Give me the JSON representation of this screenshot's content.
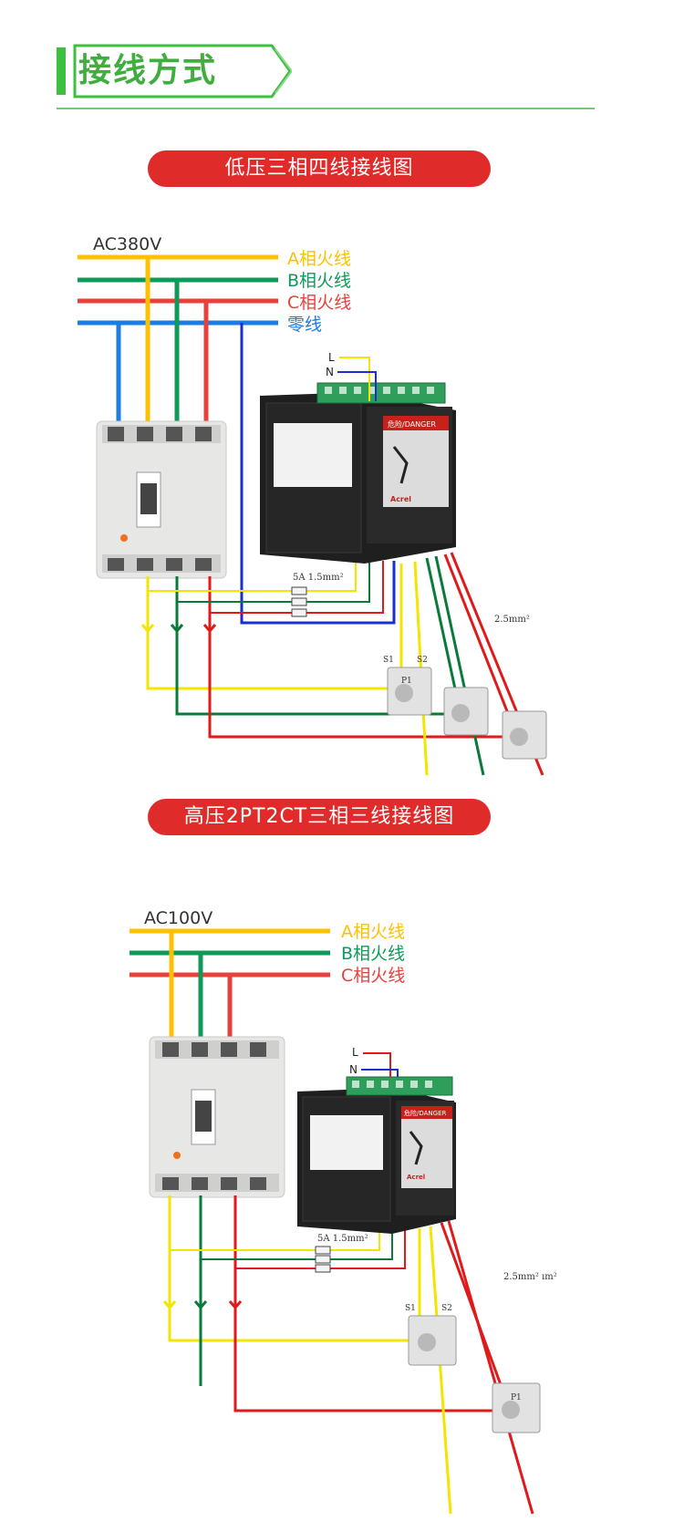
{
  "section": {
    "title": "接线方式"
  },
  "diagram1": {
    "title": "低压三相四线接线图",
    "voltage": "AC380V",
    "lines": [
      "A相火线",
      "B相火线",
      "C相火线",
      "零线"
    ],
    "terminal_L": "L",
    "terminal_N": "N",
    "fuse_label": "5A   1.5mm²",
    "cable_label": "2.5mm²",
    "ct_s1": "S1",
    "ct_s2": "S2",
    "ct_p1": "P1",
    "danger_label": "危险/DANGER",
    "brand": "Acrel"
  },
  "diagram2": {
    "title": "高压2PT2CT三相三线接线图",
    "voltage": "AC100V",
    "lines": [
      "A相火线",
      "B相火线",
      "C相火线"
    ],
    "terminal_L": "L",
    "terminal_N": "N",
    "fuse_label": "5A   1.5mm²",
    "cable_label": "2.5mm²  ım²",
    "ct_s1": "S1",
    "ct_s2": "S2",
    "ct_p1": "P1",
    "danger_label": "危险/DANGER",
    "brand": "Acrel"
  },
  "colors": {
    "accent_green": "#3fae3f",
    "pill_red": "#e02b2b",
    "phase_a": "#ffc000",
    "phase_b": "#0f9a5a",
    "phase_c": "#e8403a",
    "neutral": "#1e7be0",
    "yellow_wire": "#f2e600",
    "green_wire": "#0a7a3a",
    "red_wire": "#e01a1a",
    "blue_wire": "#1a2fd0"
  },
  "icons": [
    "breaker-icon",
    "meter-icon",
    "current-transformer-icon",
    "fuse-icon",
    "danger-sign-icon"
  ]
}
